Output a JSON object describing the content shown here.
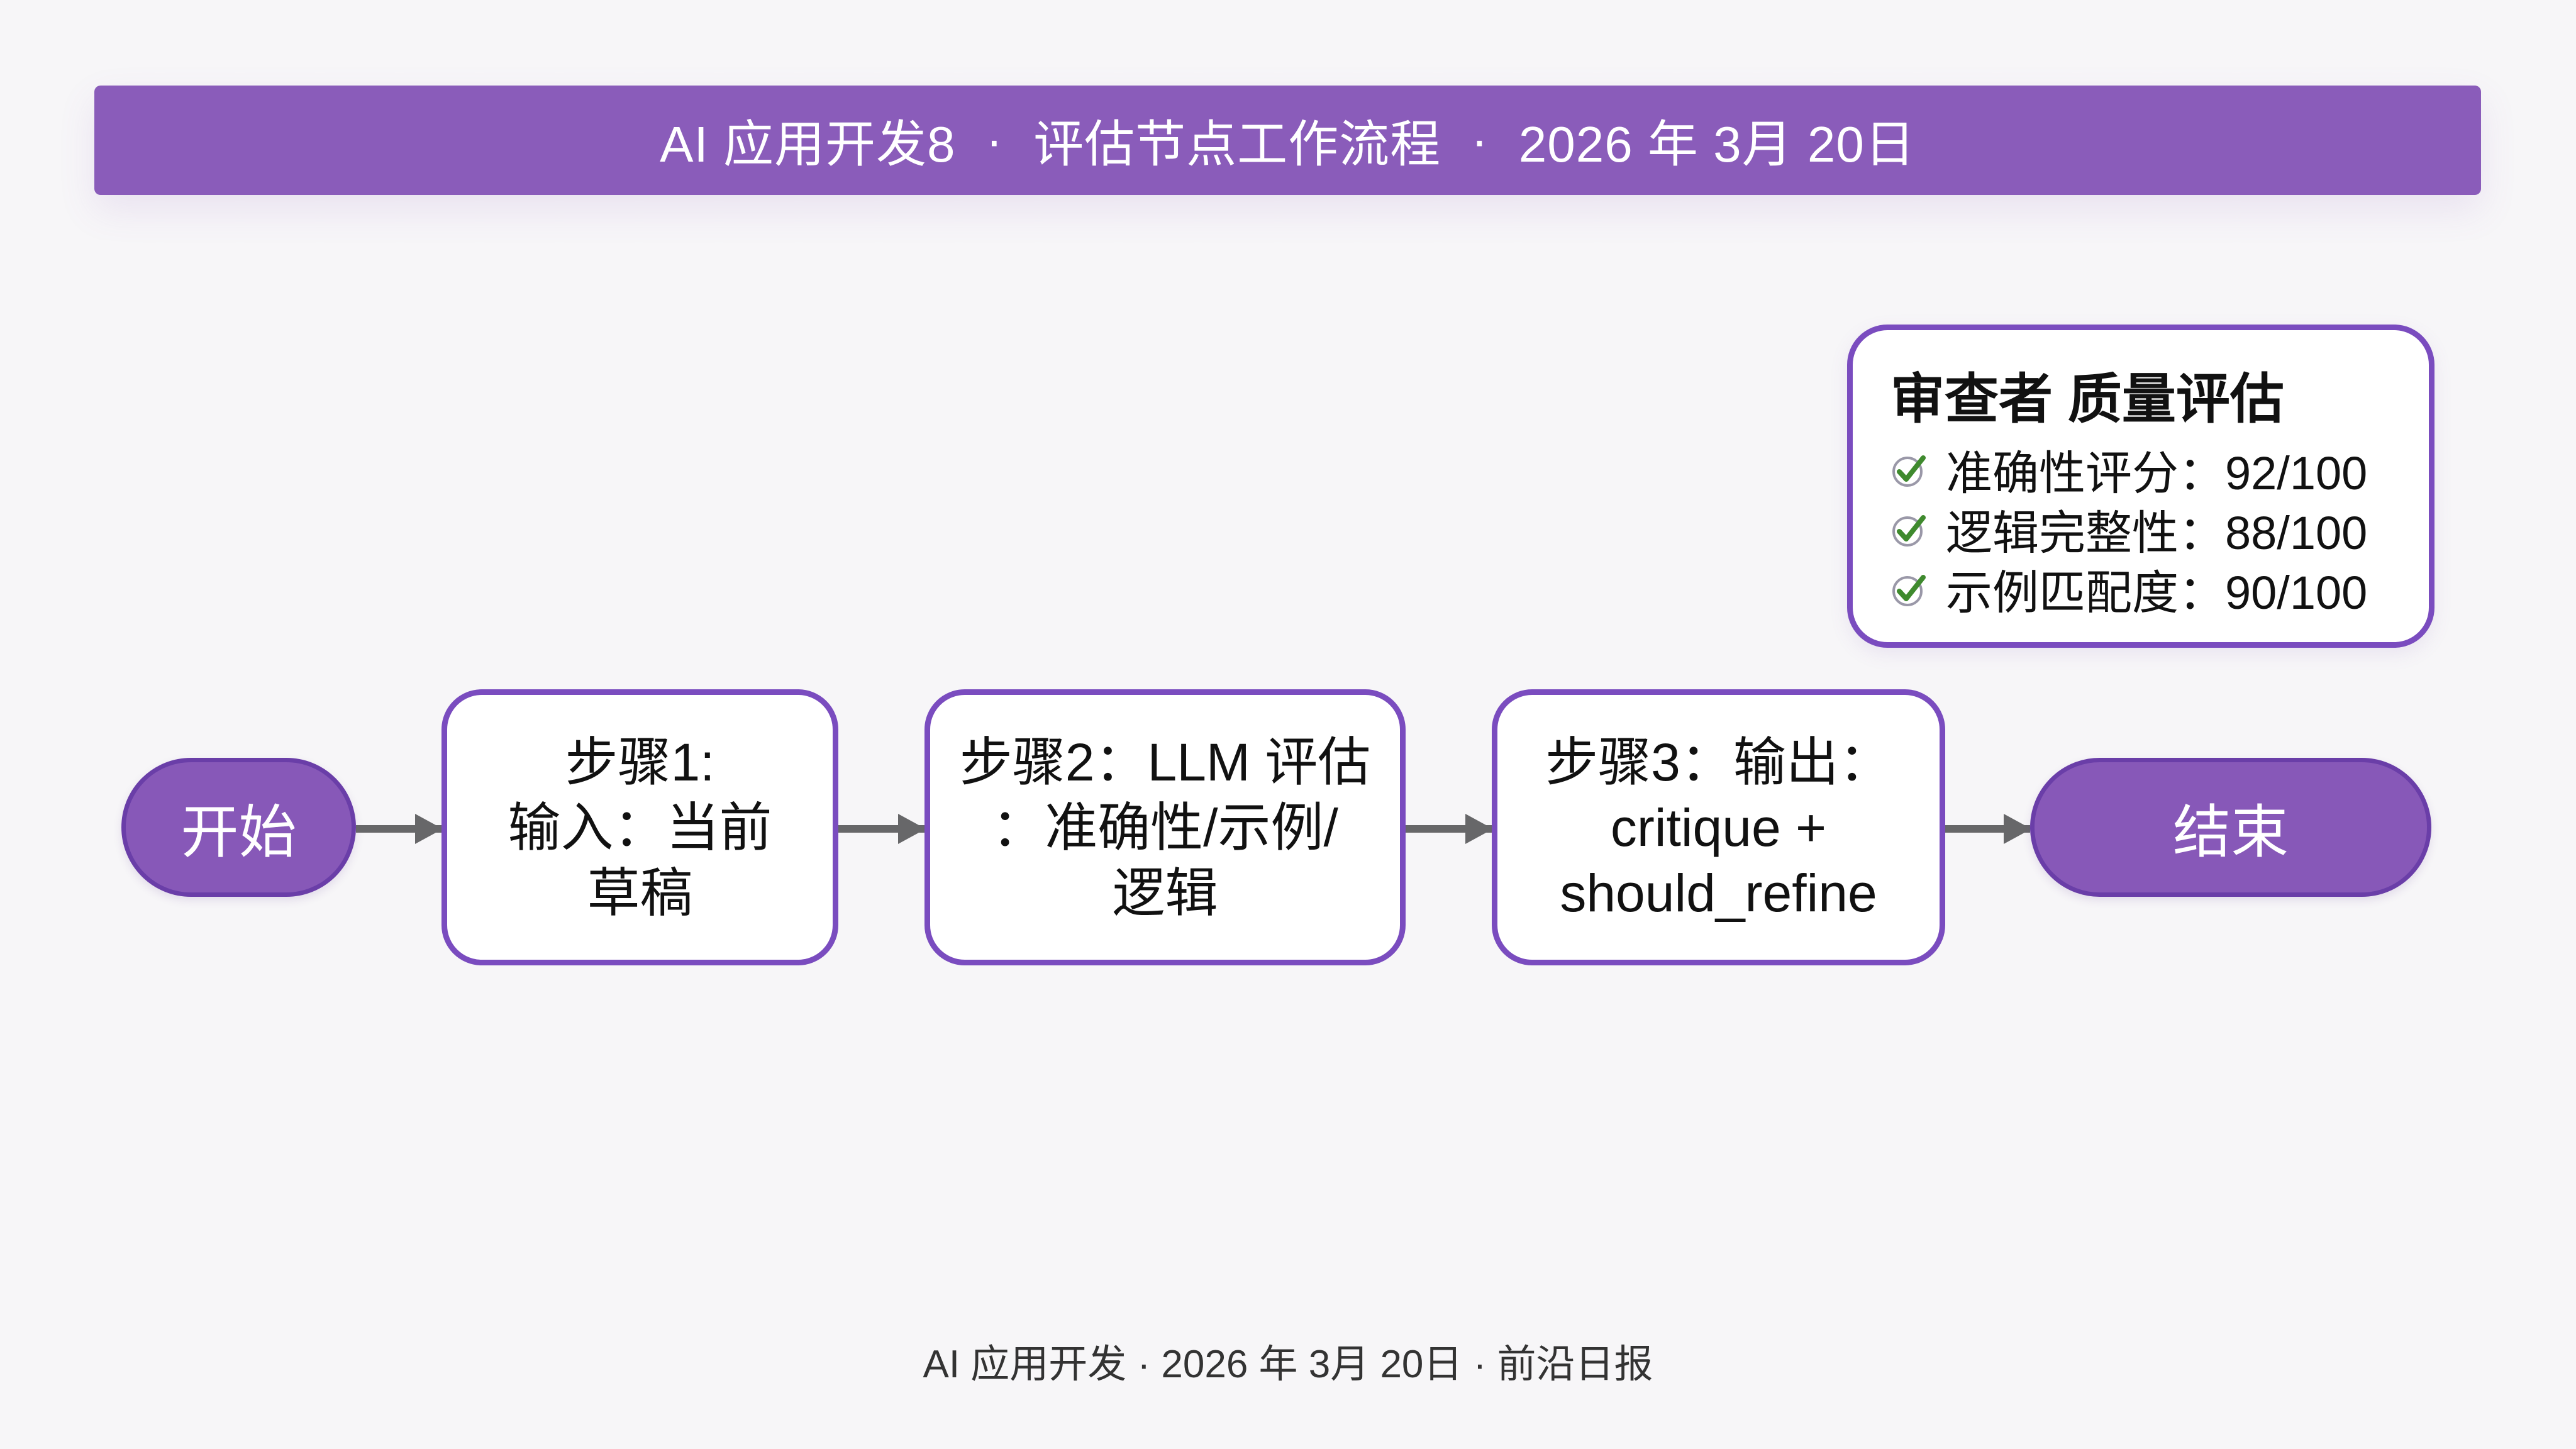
{
  "header": {
    "part1": "AI 应用开发8",
    "part2": "评估节点工作流程",
    "part3": "2026 年 3月 20日",
    "separator": "·"
  },
  "flow": {
    "start": "开始",
    "end": "结束",
    "steps": [
      {
        "lines": [
          "步骤1:",
          "输入：当前",
          "草稿"
        ]
      },
      {
        "lines": [
          "步骤2：LLM 评估",
          "：准确性/示例/",
          "逻辑"
        ]
      },
      {
        "lines": [
          "步骤3：输出：",
          "critique +",
          "should_refine"
        ]
      }
    ]
  },
  "review": {
    "title": "审查者 质量评估",
    "items": [
      {
        "label": "准确性评分：92/100",
        "icon": "check-circle-icon"
      },
      {
        "label": "逻辑完整性：88/100",
        "icon": "check-circle-icon"
      },
      {
        "label": "示例匹配度：90/100",
        "icon": "check-circle-icon"
      }
    ]
  },
  "footer": {
    "text": "AI 应用开发 · 2026 年 3月 20日 · 前沿日报"
  },
  "colors": {
    "accent": "#8a5cba",
    "border": "#7a4cbf",
    "arrow": "#676769",
    "check": "#3f8a2e",
    "background": "#f7f6f8"
  }
}
